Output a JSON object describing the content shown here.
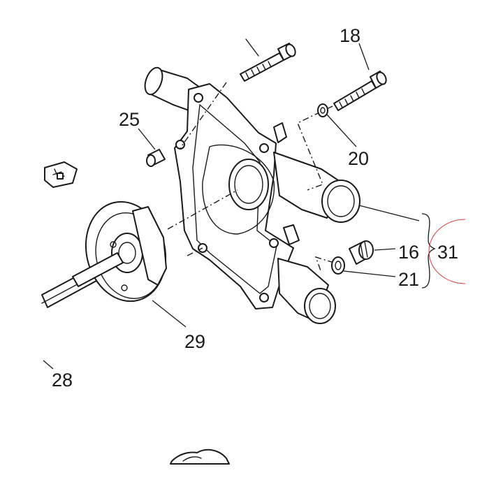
{
  "callouts": {
    "c16": "16",
    "c20": "20",
    "c21": "21",
    "c25": "25",
    "c28": "28",
    "c29": "29",
    "c31": "31",
    "c18_partial": "18"
  },
  "colors": {
    "line": "#1a1a1a",
    "highlight": "#d23b3b",
    "background": "#ffffff"
  }
}
